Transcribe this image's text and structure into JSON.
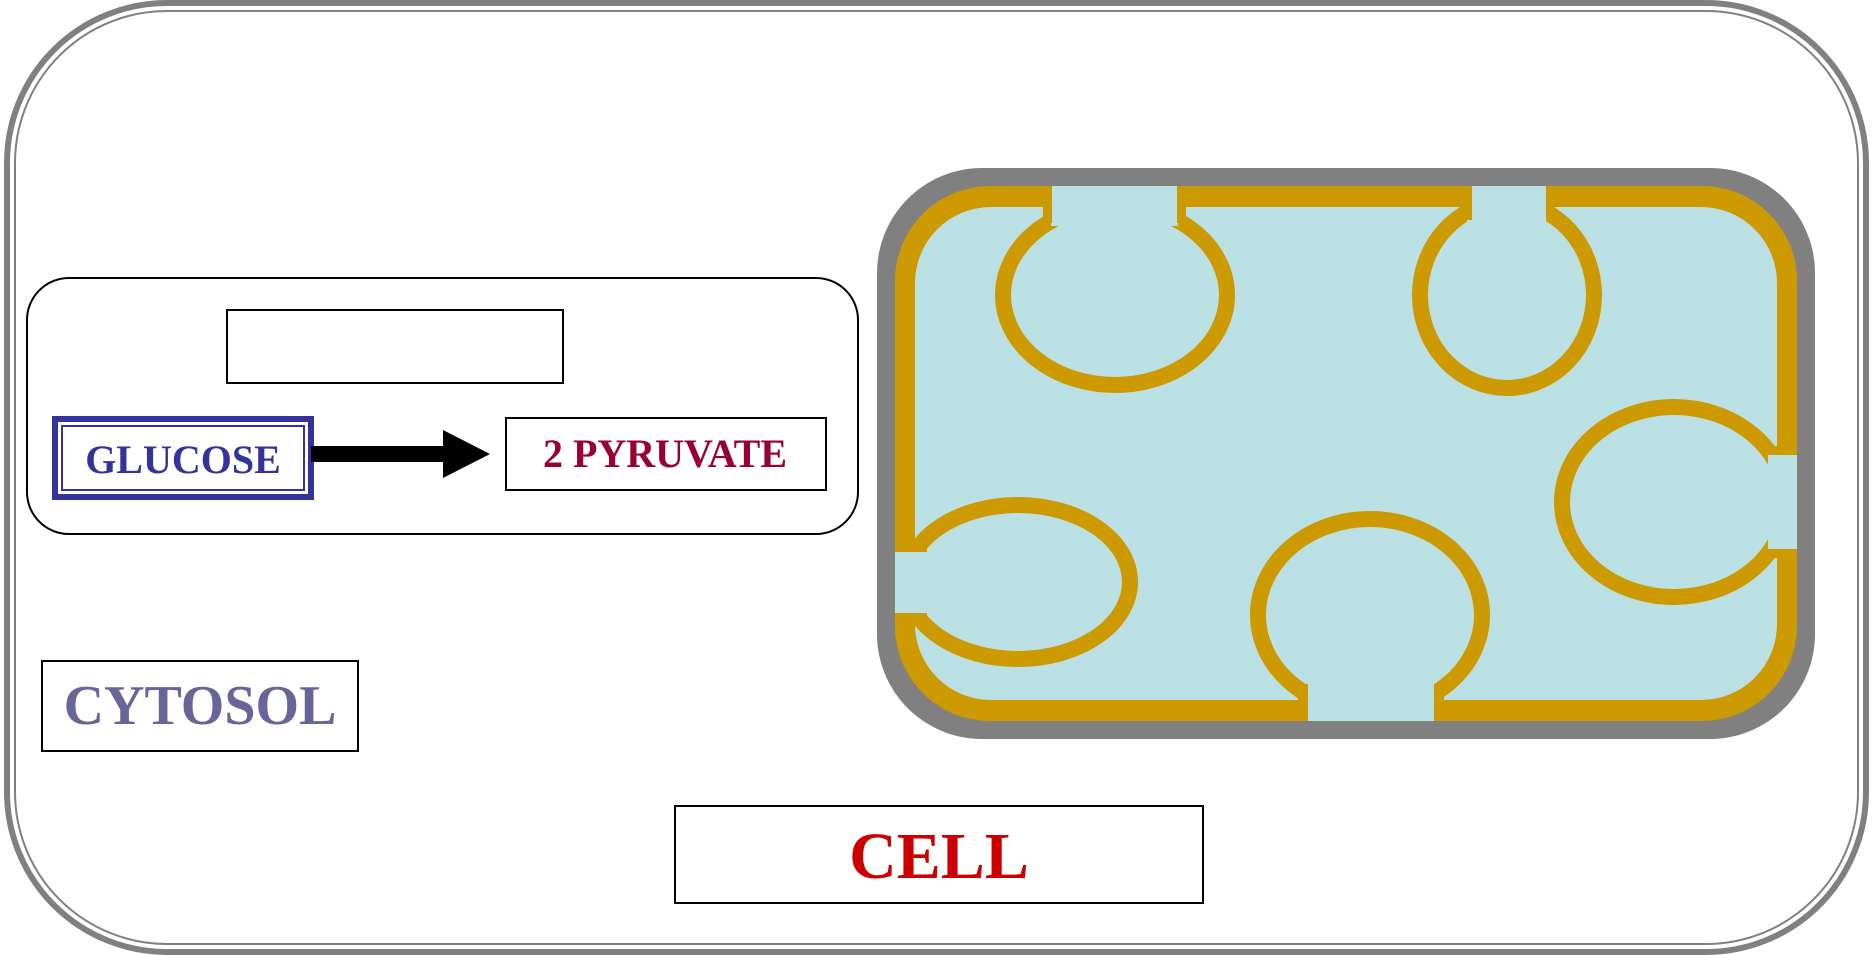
{
  "labels": {
    "glucose": "GLUCOSE",
    "pyruvate": "2 PYRUVATE",
    "cytosol": "CYTOSOL",
    "cell": "CELL",
    "process_blank": ""
  },
  "colors": {
    "glucose_text": "#333399",
    "glucose_border": "#333399",
    "pyruvate_text": "#990033",
    "cytosol_text": "#666699",
    "cell_text": "#cc0000",
    "cell_outline": "#808080",
    "mito_outer": "#808080",
    "mito_membrane": "#cc9900",
    "mito_matrix": "#bbe0e3",
    "arrow": "#000000"
  }
}
